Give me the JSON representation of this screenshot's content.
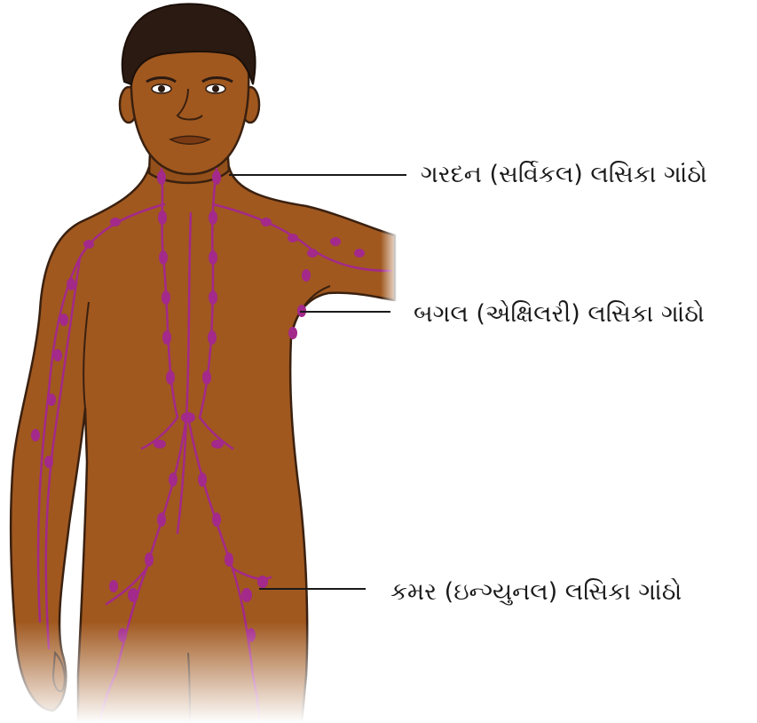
{
  "labels": {
    "neck": "ગરદન (સર્વિકલ) લસિકા ગાંઠો",
    "armpit": "બગલ (એક્ષિલરી) લસિકા ગાંઠો",
    "groin": "કમર (ઇન્ગ્યુનલ) લસિકા ગાંઠો"
  },
  "colors": {
    "skin": "#a0581f",
    "skin_shadow": "#8a4a18",
    "hair": "#2b1a12",
    "outline": "#3a200f",
    "lymph": "#a3298a",
    "leader_line": "#1a1a1a"
  },
  "icons": {
    "figure": "human-body-lymphatic-system"
  }
}
